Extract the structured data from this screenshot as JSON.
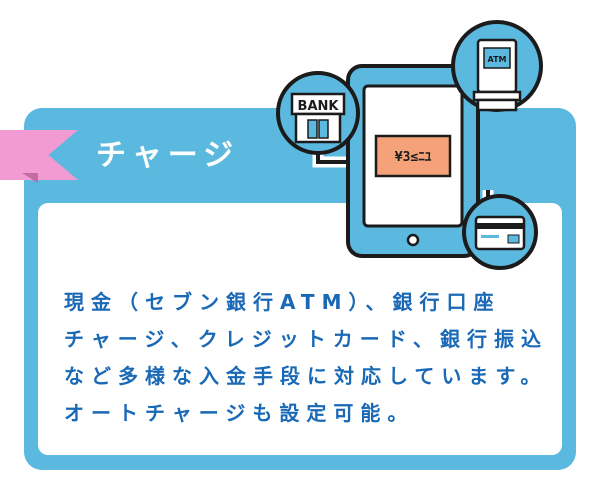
{
  "header": {
    "title": "チャージ"
  },
  "description": {
    "lines": [
      "現金（セブン銀行ATM）、銀行口座",
      "チャージ、クレジットカード、銀行振込",
      "など多様な入金手段に対応しています。",
      "オートチャージも設定可能。"
    ]
  },
  "illustration": {
    "bank_label": "BANK",
    "atm_label": "ATM",
    "balance_label": "¥3≤ﾆﾕ"
  },
  "colors": {
    "frame_blue": "#5bb8df",
    "ribbon_pink": "#f29bd2",
    "text_blue": "#1a69b6",
    "screen_orange": "#f5a27a"
  }
}
